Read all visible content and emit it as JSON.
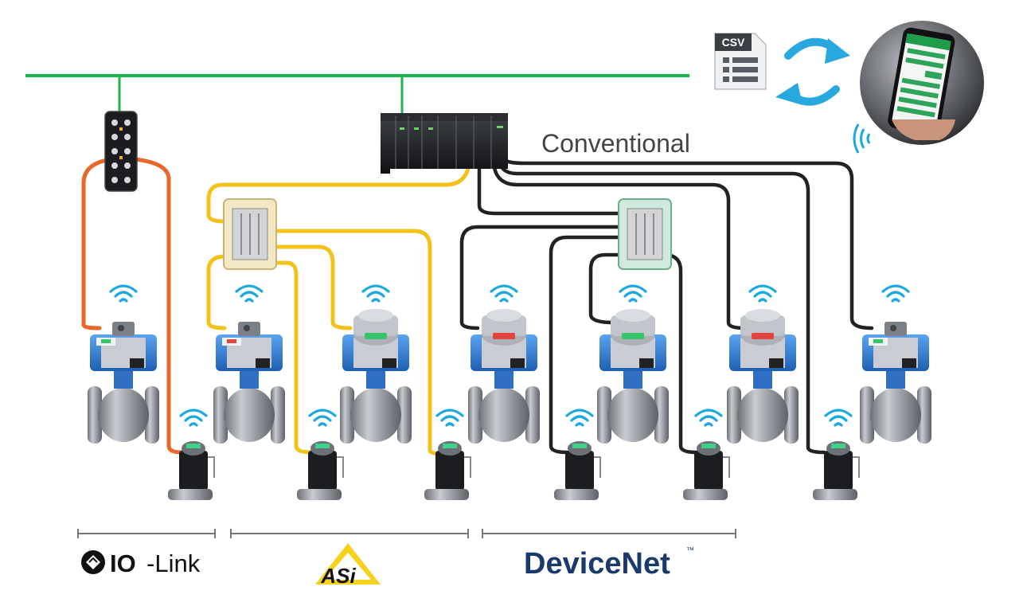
{
  "labels": {
    "conventional": "Conventional",
    "csv": "CSV"
  },
  "protocols": {
    "iolink": {
      "prefix": "IO",
      "suffix": "-Link"
    },
    "asi": {
      "text": "ASi"
    },
    "devicenet": {
      "text": "DeviceNet",
      "tm": "™"
    }
  },
  "colors": {
    "bus": "#1db44a",
    "iolink_cable": "#e8672a",
    "asi_cable": "#f2c21b",
    "conventional_cable": "#222222",
    "devicenet_blue": "#1a3a6b",
    "sync_arrows": "#29a8e0",
    "wifi": "#1aa9df",
    "actuator_blue": "#2f7fd6"
  },
  "icons": {
    "csv_file": "csv-file-icon",
    "sync": "sync-arrows-icon",
    "phone": "smartphone-app-icon",
    "wifi": "wifi-icon"
  }
}
